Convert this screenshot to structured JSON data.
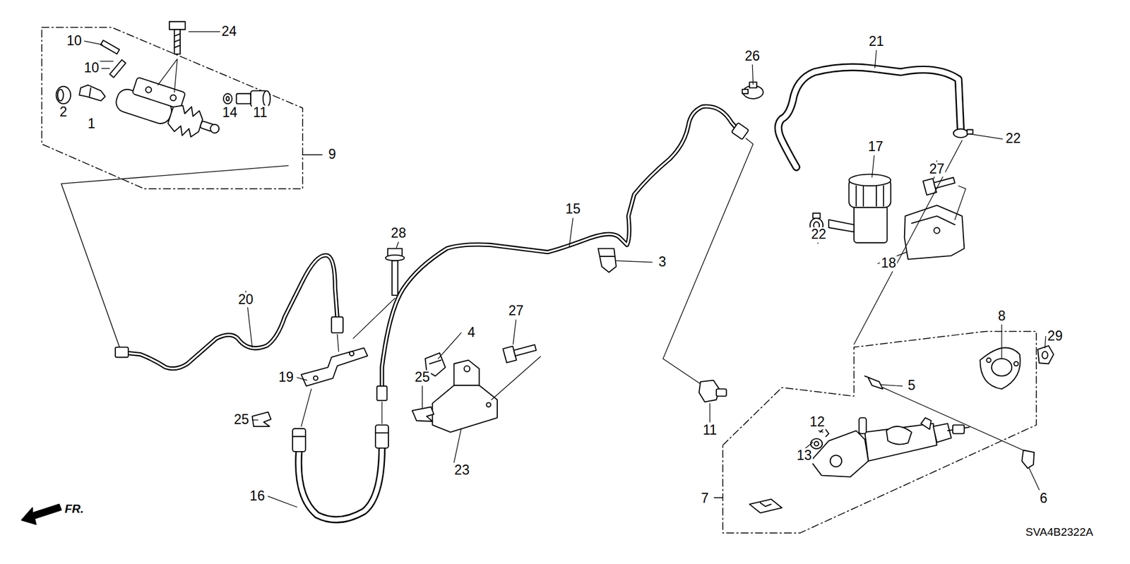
{
  "diagram": {
    "labels": [
      "24",
      "10",
      "10",
      "2",
      "1",
      "14",
      "11",
      "9",
      "26",
      "21",
      "22",
      "17",
      "27",
      "22",
      "18",
      "28",
      "15",
      "3",
      "4",
      "27",
      "20",
      "19",
      "25",
      "25",
      "23",
      "16",
      "11",
      "5",
      "12",
      "8",
      "29",
      "13",
      "6",
      "7",
      "FR.",
      "SVA4B2322A"
    ]
  }
}
